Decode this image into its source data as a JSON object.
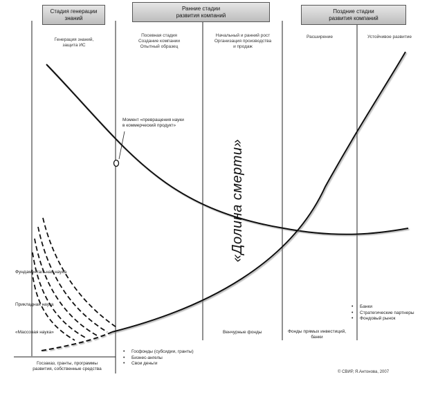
{
  "headers": {
    "knowledge_generation": "Стадия генерации\nзнаний",
    "early_stages": "Ранние стадии\nразвития компаний",
    "late_stages": "Поздние стадии\nразвития компаний"
  },
  "column_labels": {
    "generation": "Генерация знаний,\nзащита ИС",
    "prototype": "Посевная стадия\nСоздание компании\nОпытный образец",
    "startup_growth": "Начальный и ранний рост\nОрганизация производства\nи продаж",
    "expansion": "Расширение",
    "sustainable": "Устойчивое развитие"
  },
  "side_labels": {
    "fundamental": "Фундаментальная наука",
    "applied": "Прикладная наука",
    "mass": "«Массовая наука»"
  },
  "annotations": {
    "moment": "Момент «превращения науки\nв коммерческий продукт»",
    "venture_funds": "Венчурные фонды",
    "private_equity": "Фонды прямых инвестиций,\nбанки",
    "bottom_left": "Госзаказ, гранты, программы\nразвития, собственные средства"
  },
  "valley_of_death": "«Долина смерти»",
  "early_funding": [
    "Госфонды (субсидии, гранты)",
    "Бизнес-ангелы",
    "Свои деньги"
  ],
  "late_funding": [
    "Банки",
    "Стратегические партнеры",
    "Фондовый рынок"
  ],
  "copyright": "© СВИР, Я.Антонова, 2007"
}
